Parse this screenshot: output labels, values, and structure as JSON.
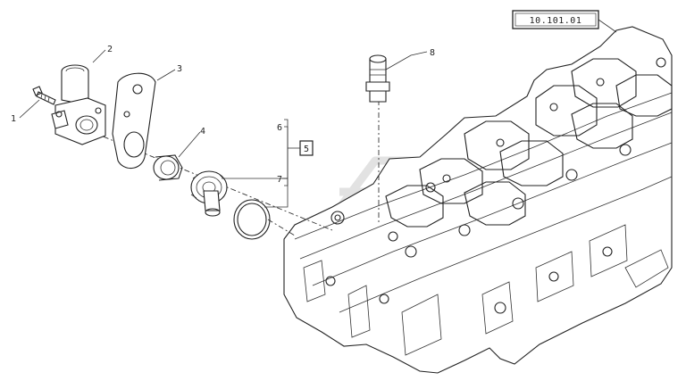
{
  "diagram": {
    "reference_label": "10.101.01",
    "callouts": [
      {
        "id": "1",
        "text": "1"
      },
      {
        "id": "2",
        "text": "2"
      },
      {
        "id": "3",
        "text": "3"
      },
      {
        "id": "4",
        "text": "4"
      },
      {
        "id": "5",
        "text": "5"
      },
      {
        "id": "6",
        "text": "6"
      },
      {
        "id": "7",
        "text": "7"
      },
      {
        "id": "8",
        "text": "8"
      }
    ]
  }
}
